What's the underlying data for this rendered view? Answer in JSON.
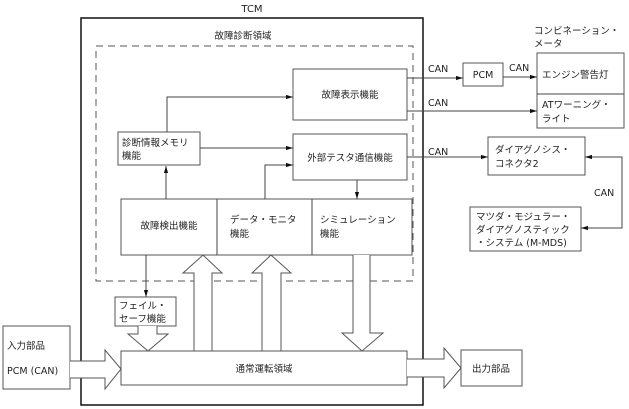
{
  "diagram": {
    "tcm_label": "TCM",
    "diagnosis_area_label": "故障診断領域",
    "boxes": {
      "fault_display": "故障表示機能",
      "diag_memory": [
        "診断情報メモリ",
        "機能"
      ],
      "ext_tester_comm": "外部テスタ通信機能",
      "fault_detection": "故障検出機能",
      "data_monitor": [
        "データ・モニタ",
        "機能"
      ],
      "simulation": [
        "シミュレーション",
        "機能"
      ],
      "fail_safe": [
        "フェイル・",
        "セーフ機能"
      ],
      "normal_operation": "通常運転領域",
      "pcm": "PCM",
      "engine_warning": "エンジン警告灯",
      "at_warning": [
        "ATワーニング・",
        "ライト"
      ],
      "diag_connector": [
        "ダイアグノシス・",
        "コネクタ2"
      ],
      "m_mds": [
        "マツダ・モジュラー・",
        "ダイアグノスティック",
        "・システム (M-MDS)"
      ],
      "input_parts": [
        "入力部品",
        "PCM (CAN)"
      ],
      "output_parts": "出力部品"
    },
    "combination_meter_label": [
      "コンビネーション・",
      "メータ"
    ],
    "links": {
      "can_to_pcm": "CAN",
      "pcm_to_engine": "CAN",
      "can_to_at": "CAN",
      "can_to_connector": "CAN",
      "connector_to_mmds": "CAN"
    }
  }
}
